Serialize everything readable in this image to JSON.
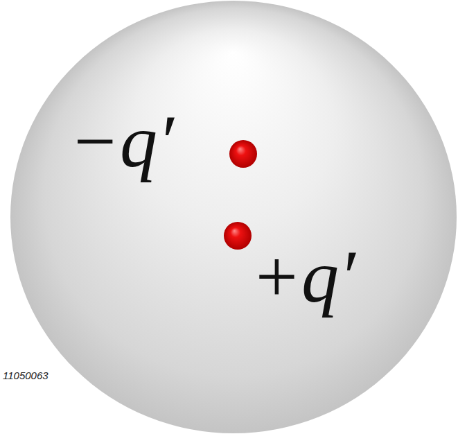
{
  "diagram": {
    "labels": [
      "−q′",
      "+q′",
      "11050063"
    ]
  }
}
